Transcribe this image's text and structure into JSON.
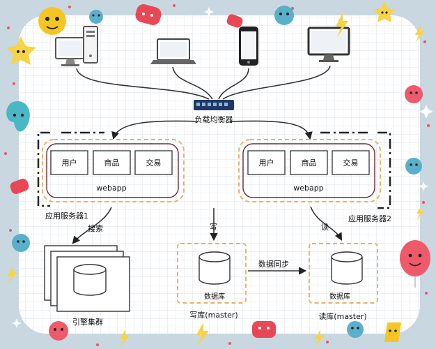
{
  "load_balancer": {
    "label": "负载均衡器"
  },
  "servers": [
    {
      "label": "应用服务器1",
      "app": "webapp",
      "modules": [
        "用户",
        "商品",
        "交易"
      ]
    },
    {
      "label": "应用服务器2",
      "app": "webapp",
      "modules": [
        "用户",
        "商品",
        "交易"
      ]
    }
  ],
  "edges": {
    "search": "搜索",
    "write": "写",
    "read": "读",
    "sync": "数据同步"
  },
  "search_cluster": {
    "label": "引擎集群"
  },
  "db_master": {
    "label": "数据库",
    "caption": "写库(master)"
  },
  "db_slave": {
    "label": "数据库",
    "caption": "读库(master)"
  },
  "colors": {
    "frame_dash": "#e8b36a",
    "divider": "#222222",
    "background": "#c9d7e0",
    "canvas": "#ffffff",
    "grid": "#dde3ea"
  },
  "decorations": [
    "yellow-face",
    "red-face",
    "teal-face",
    "star-face",
    "red-balloon",
    "lightning",
    "sparkle-dots"
  ]
}
